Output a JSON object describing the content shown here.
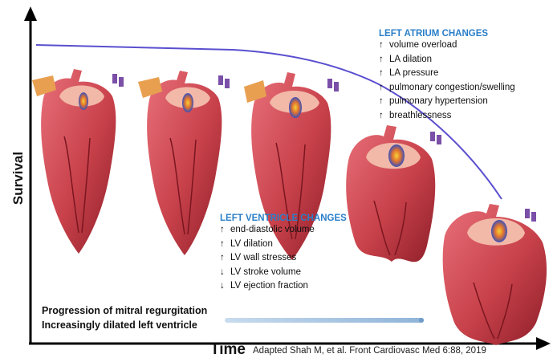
{
  "axes": {
    "y_label": "Survival",
    "x_label": "Time"
  },
  "source_note": "Adapted Shah M, et al. Front Cardiovasc Med 6:88, 2019",
  "left_atrium": {
    "title": "LEFT ATRIUM CHANGES",
    "items": [
      {
        "dir": "↑",
        "text": "volume overload"
      },
      {
        "dir": "↑",
        "text": "LA dilation"
      },
      {
        "dir": "↑",
        "text": "LA pressure"
      },
      {
        "dir": "↑",
        "text": "pulmonary congestion/swelling"
      },
      {
        "dir": "↑",
        "text": "pulmonary hypertension"
      },
      {
        "dir": "↑",
        "text": "breathlessness"
      }
    ]
  },
  "left_ventricle": {
    "title": "LEFT VENTRICLE CHANGES",
    "items": [
      {
        "dir": "↑",
        "text": "end-diastolic volume"
      },
      {
        "dir": "↑",
        "text": "LV dilation"
      },
      {
        "dir": "↑",
        "text": "LV wall stresses"
      },
      {
        "dir": "↓",
        "text": "LV stroke volume"
      },
      {
        "dir": "↓",
        "text": "LV ejection fraction"
      }
    ]
  },
  "progression": {
    "line1": "Progression of mitral regurgitation",
    "line2": "Increasingly dilated left ventricle"
  },
  "colors": {
    "survival_curve": "#5a4fcf",
    "title_blue": "#2a7fc8",
    "heart_red": "#c8414a",
    "heart_dark": "#8e1f2a",
    "progress_bar": "#9fbfdc"
  }
}
